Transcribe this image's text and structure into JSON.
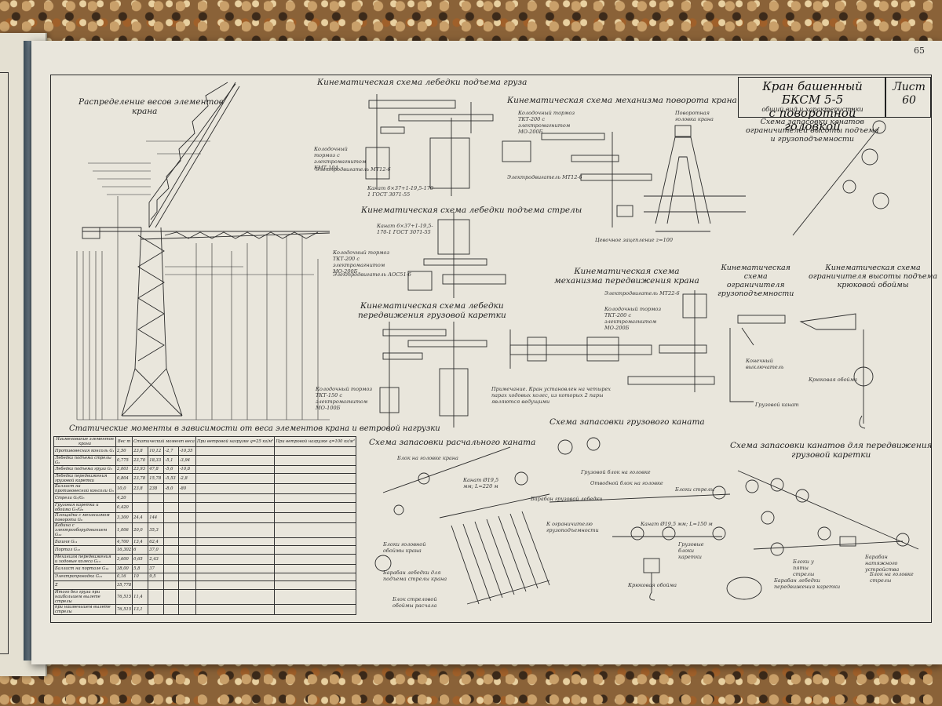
{
  "page": {
    "number": "65"
  },
  "title_block": {
    "name_line1": "Кран башенный БКСМ 5-5",
    "name_line2": "с поворотной головкой",
    "subtitle": "общий вид и характеристики",
    "sheet_label": "Лист",
    "sheet_number": "60"
  },
  "diagrams": {
    "weight_distribution": {
      "title_line1": "Распределение весов элементов",
      "title_line2": "крана"
    },
    "hoist_winch": {
      "title": "Кинематическая схема лебедки подъема груза"
    },
    "slewing": {
      "title": "Кинематическая схема механизма поворота крана"
    },
    "boom_winch": {
      "title": "Кинематическая схема лебедки подъема стрелы"
    },
    "carriage_winch": {
      "title_line1": "Кинематическая схема лебедки",
      "title_line2": "передвижения грузовой каретки"
    },
    "travel": {
      "title_line1": "Кинематическая схема",
      "title_line2": "механизма передвижения крана"
    },
    "load_limiter": {
      "title_line1": "Кинематическая",
      "title_line2": "схема",
      "title_line3": "ограничителя",
      "title_line4": "грузоподъемности"
    },
    "hook_height_limiter": {
      "title_line1": "Кинематическая схема",
      "title_line2": "ограничителя высоты подъема",
      "title_line3": "крюковой обоймы"
    },
    "height_limiter_reeving": {
      "title_line1": "Схема запасовки канатов",
      "title_line2": "ограничителей высоты подъема",
      "title_line3": "и грузоподъемности"
    },
    "moments_table": {
      "title": "Статические моменты в зависимости от веса элементов крана и ветровой нагрузки"
    },
    "guy_rope_reeving": {
      "title": "Схема запасовки расчального каната"
    },
    "cargo_rope_reeving": {
      "title": "Схема запасовки грузового каната"
    },
    "carriage_rope_reeving": {
      "title_line1": "Схема запасовки канатов для передвижения",
      "title_line2": "грузовой каретки"
    }
  },
  "labels": {
    "brake_kmt": "Колодочный тормоз с электромагнитом КМТ-10А",
    "motor_mt": "Электродвигатель МТ12-6",
    "rope_hoist": "Канат 6×37+1-19,5-170-1 ГОСТ 3071-55",
    "brake_tkt200": "Колодочный тормоз ТКТ-200 с электромагнитом МО-200Б",
    "motor_slew": "Электродвигатель МТ12-6",
    "slew_head": "Поворотная головка крана",
    "gear_ring": "Цевочное зацепление z=100",
    "rope_boom": "Канат 6×37+1-19,5-170-1 ГОСТ 3071-55",
    "motor_aos": "Электродвигатель АОС51-6",
    "motor_travel": "Электродвигатель МТ22-6",
    "brake_tkt150": "Колодочный тормоз ТКТ-150 с электромагнитом МО-100Б",
    "note": "Примечание. Кран установлен на четырех парах ходовых колес, из которых 2 пары являются ведущими",
    "limit_switch": "Конечный выключатель",
    "cargo_rope": "Грузовой канат",
    "hook_block": "Крюковая обойма",
    "block_head": "Блок на головке крана",
    "rope_guy": "Канат Ø19,5 мм; L=220 м",
    "drum_cargo": "Барабан грузовой лебедки",
    "cargo_block_head": "Грузовой блок на головке",
    "deflect_block": "Отводной блок на головке",
    "boom_blocks": "Блоки стрелы",
    "to_limiter": "К ограничителю грузоподъемности",
    "rope_cargo": "Канат Ø19,5 мм; L=150 м",
    "carriage_blocks": "Грузовые блоки каретки",
    "head_blocks": "Блоки головной обоймы крана",
    "drum_boom": "Барабан лебедки для подъема стрелы крана",
    "boom_block": "Блок стреловой обоймы расчала",
    "drum_carriage": "Барабан лебедки передвижения каретки",
    "block_heel": "Блоки у пяты стрелы",
    "tension_drum": "Барабан натяжного устройства",
    "block_head_boom": "Блок на головке стрелы"
  },
  "moments_table": {
    "headers": [
      "Наименование элементов крана",
      "Вес т",
      "Статический момент веса",
      "При ветровой нагрузке q=25 кг/м²",
      "При ветровой нагрузке q=100 кг/м²"
    ],
    "rows": [
      [
        "Противовесная консоль G₁",
        "2,50",
        "23,8",
        "10,12",
        "-2,7",
        "-10,35"
      ],
      [
        "Лебедка подъема стрелы G₂",
        "0,775",
        "23,70",
        "18,33",
        "-5,1",
        "-3,94"
      ],
      [
        "Лебедка подъема груза G₃",
        "2,001",
        "23,93",
        "47,8",
        "-5,6",
        "-10,8"
      ],
      [
        "Лебедка передвижения грузовой каретки",
        "0,804",
        "23,78",
        "15,78",
        "-5,53",
        "-2,8"
      ],
      [
        "Балласт на противовесной консоли G₅",
        "10,0",
        "23,8",
        "238",
        "-8,0",
        "-80"
      ],
      [
        "Стрела G₆/G₆",
        "4,20",
        "",
        "",
        "",
        ""
      ],
      [
        "Грузовая каретка и обойма G₇/G₈",
        "0,420",
        "",
        "",
        "",
        ""
      ],
      [
        "Площадка с механизмом поворота G₉",
        "3,300",
        "24,4",
        "144",
        "",
        ""
      ],
      [
        "Кабина с электрооборудованием G₁₀",
        "1,006",
        "20,0",
        "35,3",
        "",
        ""
      ],
      [
        "Башня G₁₁",
        "4,700",
        "13,4",
        "62,4",
        "",
        ""
      ],
      [
        "Портал G₁₂",
        "16,302",
        "6",
        "37,0",
        "",
        ""
      ],
      [
        "Механизм передвижения и ходовые колеса G₁₃",
        "3,600",
        "0,65",
        "2,43",
        "",
        ""
      ],
      [
        "Балласт на портале G₁₄",
        "38,00",
        "5,8",
        "37",
        "",
        ""
      ],
      [
        "Электропроводка G₁₅",
        "0,16",
        "10",
        "9,5",
        "",
        ""
      ],
      [
        "Σ",
        "35,778",
        "",
        "",
        "",
        ""
      ],
      [
        "Итого без груза при наибольшем вылете стрелы",
        "76,515",
        "11,4",
        "",
        "",
        ""
      ],
      [
        "при наименьшем вылете стрелы",
        "76,515",
        "13,1",
        "",
        "",
        ""
      ]
    ]
  }
}
